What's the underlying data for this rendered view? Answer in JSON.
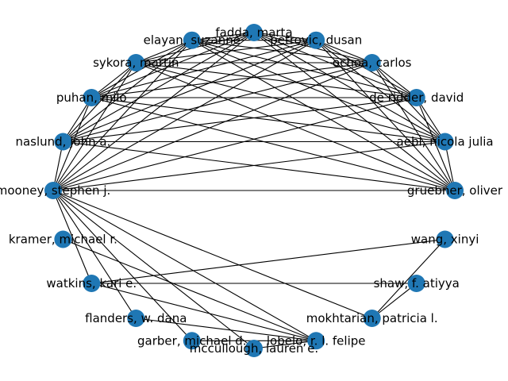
{
  "graph": {
    "node_color": "#1f77b4",
    "edge_color": "#000000",
    "nodes": [
      {
        "id": "fadda",
        "label": "fadda, marta"
      },
      {
        "id": "petrovic",
        "label": "petrovic, dusan"
      },
      {
        "id": "ochoa",
        "label": "ochoa, carlos"
      },
      {
        "id": "deridder",
        "label": "de ridder, david"
      },
      {
        "id": "aebi",
        "label": "aebi, nicola julia"
      },
      {
        "id": "gruebner",
        "label": "gruebner, oliver"
      },
      {
        "id": "wang",
        "label": "wang, xinyi"
      },
      {
        "id": "shaw",
        "label": "shaw, f. atiyya"
      },
      {
        "id": "mokhtarian",
        "label": "mokhtarian, patricia l."
      },
      {
        "id": "lobelo",
        "label": "lobelo, r. l. felipe"
      },
      {
        "id": "mccullough",
        "label": "mccullough, lauren e."
      },
      {
        "id": "garber",
        "label": "garber, michael d."
      },
      {
        "id": "flanders",
        "label": "flanders, w. dana"
      },
      {
        "id": "watkins",
        "label": "watkins, kari e."
      },
      {
        "id": "kramer",
        "label": "kramer, michael r."
      },
      {
        "id": "mooney",
        "label": "mooney, stephen j."
      },
      {
        "id": "naslund",
        "label": "naslund, john a."
      },
      {
        "id": "puhan",
        "label": "puhan, milo"
      },
      {
        "id": "sykora",
        "label": "sykora, martin"
      },
      {
        "id": "elayan",
        "label": "elayan, suzanne"
      }
    ],
    "edges": [
      [
        "fadda",
        "petrovic"
      ],
      [
        "fadda",
        "ochoa"
      ],
      [
        "fadda",
        "deridder"
      ],
      [
        "fadda",
        "aebi"
      ],
      [
        "fadda",
        "gruebner"
      ],
      [
        "fadda",
        "mooney"
      ],
      [
        "fadda",
        "naslund"
      ],
      [
        "fadda",
        "puhan"
      ],
      [
        "fadda",
        "sykora"
      ],
      [
        "fadda",
        "elayan"
      ],
      [
        "petrovic",
        "ochoa"
      ],
      [
        "petrovic",
        "deridder"
      ],
      [
        "petrovic",
        "aebi"
      ],
      [
        "petrovic",
        "gruebner"
      ],
      [
        "petrovic",
        "mooney"
      ],
      [
        "petrovic",
        "naslund"
      ],
      [
        "petrovic",
        "puhan"
      ],
      [
        "petrovic",
        "sykora"
      ],
      [
        "petrovic",
        "elayan"
      ],
      [
        "ochoa",
        "deridder"
      ],
      [
        "ochoa",
        "aebi"
      ],
      [
        "ochoa",
        "gruebner"
      ],
      [
        "ochoa",
        "mooney"
      ],
      [
        "ochoa",
        "naslund"
      ],
      [
        "ochoa",
        "puhan"
      ],
      [
        "ochoa",
        "sykora"
      ],
      [
        "ochoa",
        "elayan"
      ],
      [
        "deridder",
        "aebi"
      ],
      [
        "deridder",
        "gruebner"
      ],
      [
        "deridder",
        "mooney"
      ],
      [
        "deridder",
        "naslund"
      ],
      [
        "deridder",
        "puhan"
      ],
      [
        "deridder",
        "sykora"
      ],
      [
        "deridder",
        "elayan"
      ],
      [
        "aebi",
        "gruebner"
      ],
      [
        "aebi",
        "mooney"
      ],
      [
        "aebi",
        "naslund"
      ],
      [
        "aebi",
        "puhan"
      ],
      [
        "aebi",
        "sykora"
      ],
      [
        "aebi",
        "elayan"
      ],
      [
        "gruebner",
        "mooney"
      ],
      [
        "gruebner",
        "naslund"
      ],
      [
        "gruebner",
        "puhan"
      ],
      [
        "gruebner",
        "sykora"
      ],
      [
        "gruebner",
        "elayan"
      ],
      [
        "mooney",
        "naslund"
      ],
      [
        "mooney",
        "puhan"
      ],
      [
        "mooney",
        "sykora"
      ],
      [
        "mooney",
        "elayan"
      ],
      [
        "naslund",
        "puhan"
      ],
      [
        "naslund",
        "sykora"
      ],
      [
        "naslund",
        "elayan"
      ],
      [
        "puhan",
        "sykora"
      ],
      [
        "puhan",
        "elayan"
      ],
      [
        "sykora",
        "elayan"
      ],
      [
        "mooney",
        "flanders"
      ],
      [
        "mooney",
        "watkins"
      ],
      [
        "mooney",
        "lobelo"
      ],
      [
        "mooney",
        "mccullough"
      ],
      [
        "mooney",
        "garber"
      ],
      [
        "mooney",
        "mokhtarian"
      ],
      [
        "flanders",
        "lobelo"
      ],
      [
        "watkins",
        "lobelo"
      ],
      [
        "kramer",
        "lobelo"
      ],
      [
        "garber",
        "lobelo"
      ],
      [
        "mccullough",
        "lobelo"
      ],
      [
        "watkins",
        "wang"
      ],
      [
        "watkins",
        "shaw"
      ],
      [
        "wang",
        "mokhtarian"
      ],
      [
        "shaw",
        "mokhtarian"
      ]
    ]
  }
}
